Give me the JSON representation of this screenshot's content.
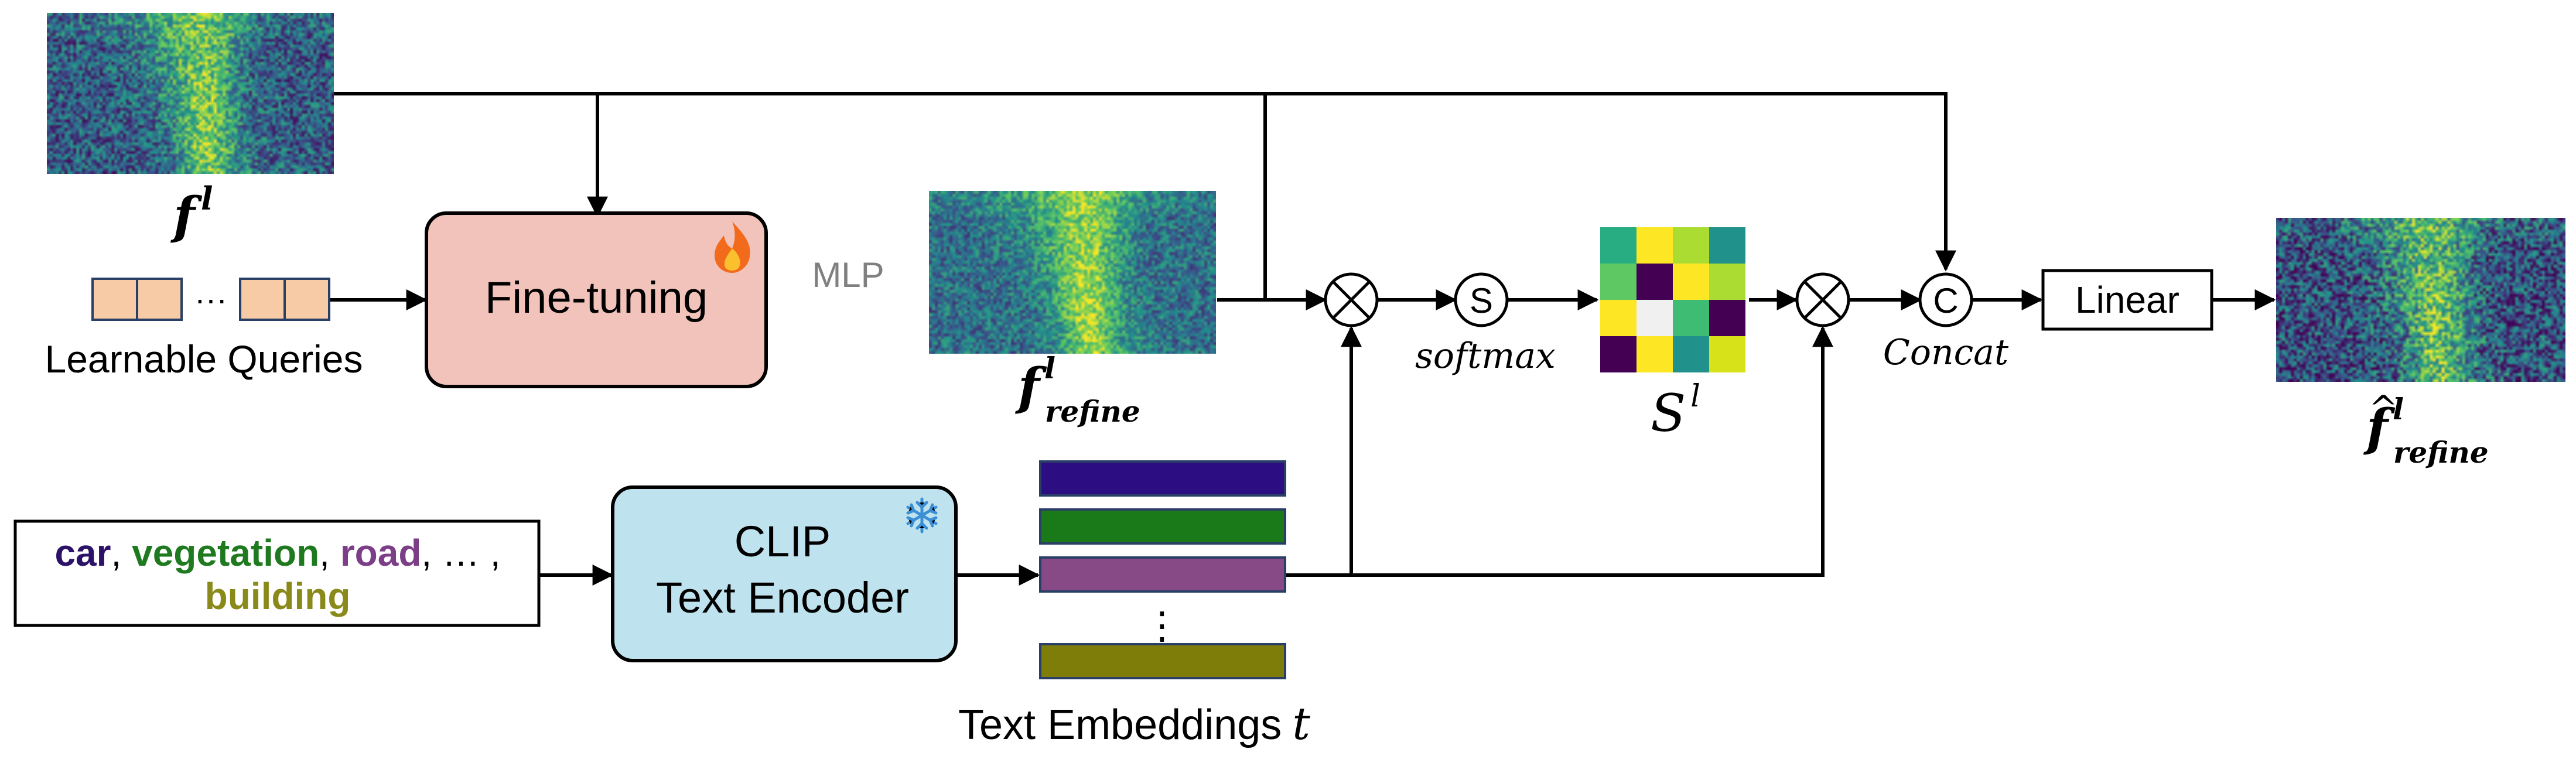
{
  "feature_labels": {
    "f_l_base": "f",
    "f_l_sup": "l",
    "f_refine_base": "f",
    "f_refine_sup": "l",
    "f_refine_sub": "refine",
    "f_hat_base": "f",
    "f_hat_accent": "^",
    "f_hat_sup": "l",
    "f_hat_sub": "refine",
    "s_base": "S",
    "s_sup": "l"
  },
  "learnable_queries": {
    "label": "Learnable Queries",
    "ellipsis": "···"
  },
  "fine_tuning": {
    "label": "Fine-tuning",
    "icon": "fire-icon"
  },
  "mlp_label": "MLP",
  "ops": {
    "softmax_symbol": "S",
    "softmax_label": "softmax",
    "concat_symbol": "C",
    "concat_label": "Concat",
    "linear_label": "Linear"
  },
  "text_prompt": {
    "words": [
      {
        "text": "car",
        "color": "#2b1167"
      },
      {
        "text": ", ",
        "color": "#000000"
      },
      {
        "text": "vegetation",
        "color": "#1f7a1f"
      },
      {
        "text": ", ",
        "color": "#000000"
      },
      {
        "text": "road",
        "color": "#7c3f87"
      },
      {
        "text": ", … ,",
        "color": "#000000"
      }
    ],
    "last_word": {
      "text": "building",
      "color": "#8a8a1a"
    }
  },
  "clip_encoder": {
    "line1": "CLIP",
    "line2": "Text Encoder",
    "icon": "snowflake-icon"
  },
  "text_embeddings": {
    "label": "Text Embeddings",
    "symbol": "t",
    "vdots": "⋮",
    "bar_colors": [
      "#2d0d82",
      "#1a7a1a",
      "#874a87",
      "#7e7d0a"
    ]
  },
  "colors": {
    "finetune_fill": "#f2c3bb",
    "clip_fill": "#bfe3ee",
    "query_fill": "#f6cba6",
    "query_stroke": "#2a3f66",
    "mlp_text": "#808080",
    "snowflake": "#3a8fd6",
    "viridis": [
      "#440154",
      "#3b528b",
      "#21918c",
      "#5ec962",
      "#fde725"
    ]
  },
  "similarity_matrix": [
    [
      "#27ad81",
      "#fde725",
      "#aadc32",
      "#21918c"
    ],
    [
      "#5ec962",
      "#440154",
      "#fde725",
      "#aadc32"
    ],
    [
      "#fde725",
      "#f0f0f0",
      "#3fbc73",
      "#440154"
    ],
    [
      "#440154",
      "#fde725",
      "#21918c",
      "#d8e219"
    ]
  ]
}
